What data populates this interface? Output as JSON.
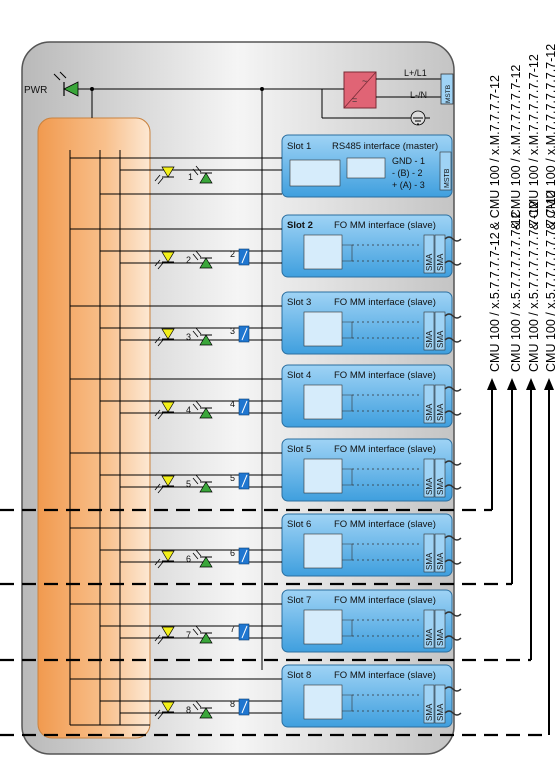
{
  "power": {
    "label": "PWR"
  },
  "power_supply": {
    "l_label": "L+/L1",
    "n_label": "L-/N",
    "terminal": "MSTB"
  },
  "slot1": {
    "name": "Slot 1",
    "title": "RS485 interface (master)",
    "pins": [
      "GND - 1",
      "- (B) - 2",
      "+ (A) - 3"
    ],
    "terminal": "MSTB",
    "led_number": "1"
  },
  "fo_slots": [
    {
      "name": "Slot 2",
      "title": "FO MM interface (slave)",
      "num": "2"
    },
    {
      "name": "Slot 3",
      "title": "FO MM interface (slave)",
      "num": "3"
    },
    {
      "name": "Slot 4",
      "title": "FO MM interface (slave)",
      "num": "4"
    },
    {
      "name": "Slot 5",
      "title": "FO MM interface (slave)",
      "num": "5"
    },
    {
      "name": "Slot 6",
      "title": "FO MM interface (slave)",
      "num": "6"
    },
    {
      "name": "Slot 7",
      "title": "FO MM interface (slave)",
      "num": "7"
    },
    {
      "name": "Slot 8",
      "title": "FO MM interface (slave)",
      "num": "8"
    }
  ],
  "connector_label": "SMA",
  "model_labels": [
    "CMU 100 / x.5.7.7.7.7-12",
    "CMU 100 / x.5.7.7.7.7.7.7-12",
    "CMU 100 / x.5.7.7.7.7.7.7.7-12",
    "CMU 100 / x.5.7.7.7.7.7.7.7.7-12"
  ],
  "model_suffixes": [
    "& CMU 100 / x.M.7.7.7.7-12",
    "& CMU 100 / x.M.7.7.7.7.7-12",
    "& CMU 100 / x.M.7.7.7.7.7.7-12",
    "& CMU 100 / x.M.7.7.7.7.7.7.7-12"
  ],
  "colors": {
    "housing": "#c6c6c6",
    "card_blue": "#5fb4ea",
    "bus_orange": "#f4a15b",
    "led_yellow": "#f2ef1a",
    "led_green": "#3aa63a",
    "relay_blue": "#1f76d0",
    "psu_red": "#e06475"
  }
}
